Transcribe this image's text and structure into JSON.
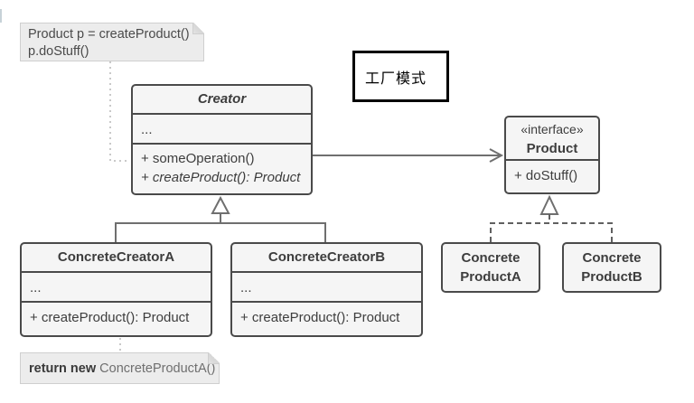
{
  "colors": {
    "box_fill": "#f5f5f5",
    "box_border": "#4a4a4a",
    "relation_line": "#6f6f6f",
    "note_fill": "#ececec",
    "note_border": "#cfcfcf",
    "note_link": "#c9c9c9",
    "text": "#3d3d3d",
    "muted_text": "#6f6f6f",
    "label_box_border": "#000000",
    "canvas": "#ffffff"
  },
  "label_box": {
    "text": "工厂模式"
  },
  "notes": {
    "client_code": {
      "line1": "Product p = createProduct()",
      "line2": "p.doStuff()"
    },
    "factory_return": {
      "keyword": "return new",
      "expression": " ConcreteProductA()"
    }
  },
  "classes": {
    "creator": {
      "name": "Creator",
      "fields": "...",
      "method1": "+ someOperation()",
      "method2": "+ createProduct(): Product"
    },
    "concrete_creator_a": {
      "name": "ConcreteCreatorA",
      "fields": "...",
      "method1": "+ createProduct(): Product"
    },
    "concrete_creator_b": {
      "name": "ConcreteCreatorB",
      "fields": "...",
      "method1": "+ createProduct(): Product"
    },
    "product_interface": {
      "stereotype": "«interface»",
      "name": "Product",
      "method1": "+ doStuff()"
    },
    "concrete_product_a": {
      "line1": "Concrete",
      "line2": "ProductA"
    },
    "concrete_product_b": {
      "line1": "Concrete",
      "line2": "ProductB"
    }
  }
}
